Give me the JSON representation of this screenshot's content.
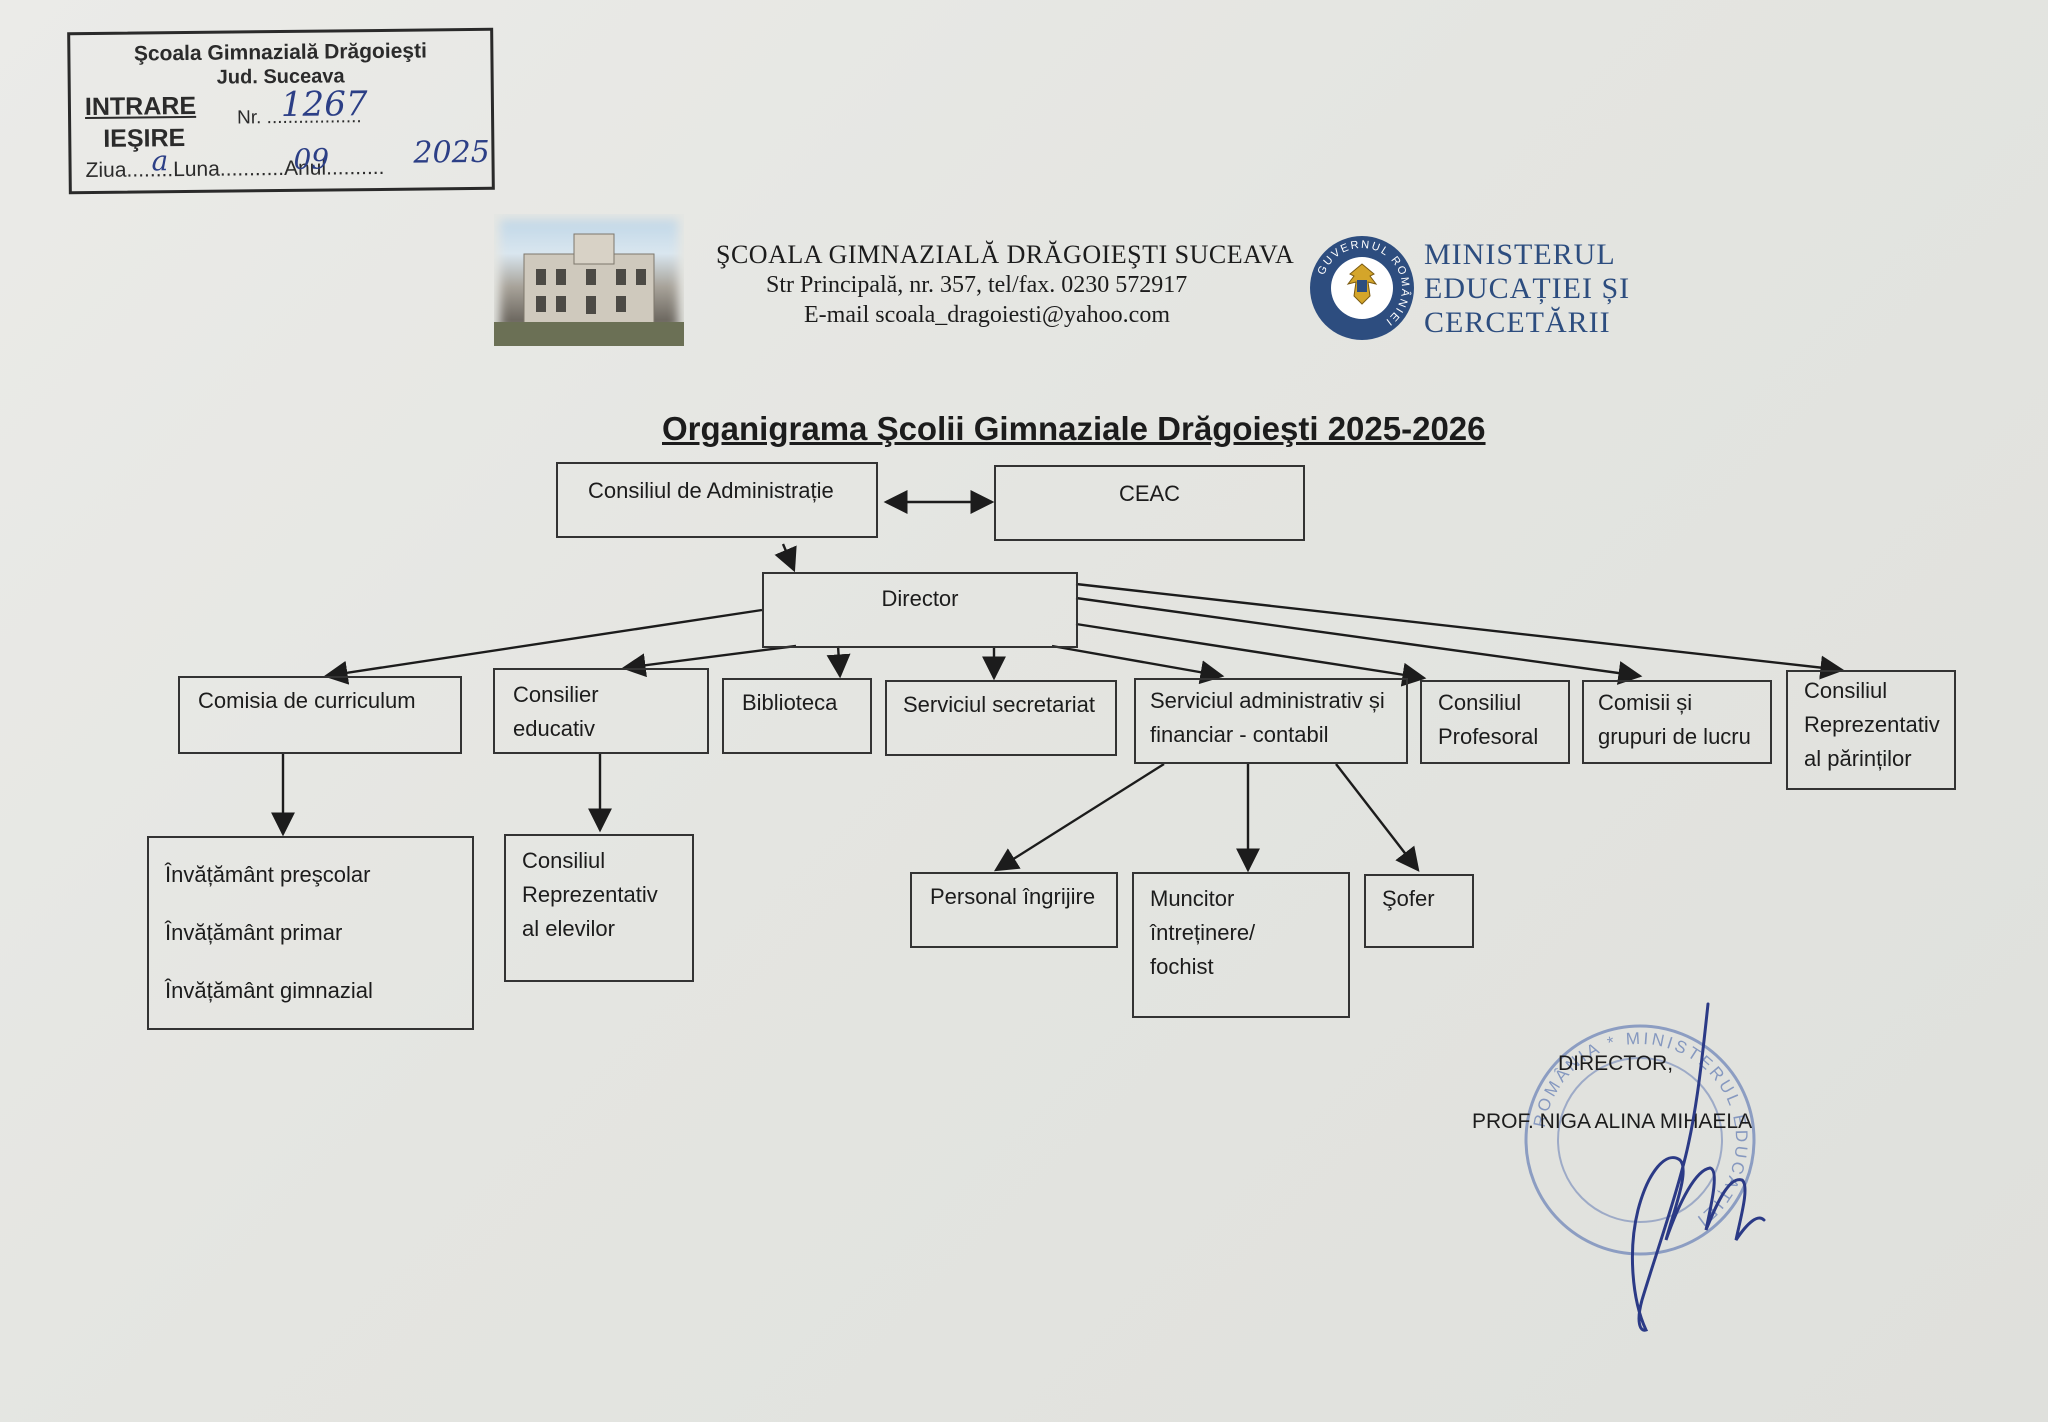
{
  "stamp": {
    "school": "Şcoala Gimnazială Drăgoieşti",
    "county": "Jud. Suceava",
    "in_label": "INTRARE",
    "out_label": "IEŞIRE",
    "nr_label": "Nr. ..................",
    "nr_value": "1267",
    "date_line": "Ziua........Luna...........Anul..........",
    "day_value": "a",
    "month_value": "09",
    "year_value": "2025"
  },
  "header": {
    "school_name": "ŞCOALA GIMNAZIALĂ DRĂGOIEŞTI SUCEAVA",
    "address": "Str Principală, nr. 357, tel/fax. 0230 572917",
    "email": "E-mail scoala_dragoiesti@yahoo.com",
    "ministry_lines": [
      "MINISTERUL",
      "EDUCAȚIEI ȘI",
      "CERCETĂRII"
    ],
    "ministry_seal_text": "GUVERNUL ROMÂNIEI"
  },
  "title": "Organigrama Şcolii Gimnaziale Drăgoieşti 2025-2026",
  "boxes": {
    "consiliul_admin": "Consiliul de Administrație",
    "ceac": "CEAC",
    "director": "Director",
    "comisia_curriculum": "Comisia de curriculum",
    "consilier_educativ": [
      "Consilier",
      "educativ"
    ],
    "biblioteca": "Biblioteca",
    "secretariat": "Serviciul secretariat",
    "administrativ": [
      "Serviciul administrativ și",
      "financiar - contabil"
    ],
    "consiliul_profesoral": [
      "Consiliul",
      "Profesoral"
    ],
    "comisii": [
      "Comisii și",
      "grupuri de lucru"
    ],
    "reprezentativ_parinti": [
      "Consiliul",
      "Reprezentativ",
      "al părinților"
    ],
    "invatamant": [
      "Învățământ preşcolar",
      "Învățământ primar",
      "Învățământ gimnazial"
    ],
    "reprezentativ_elevi": [
      "Consiliul",
      "Reprezentativ",
      "al elevilor"
    ],
    "personal_ingrijire": "Personal îngrijire",
    "muncitor": [
      "Muncitor",
      "întreținere/",
      "fochist"
    ],
    "sofer": "Şofer"
  },
  "signature": {
    "title": "DIRECTOR,",
    "name": "PROF. NIGA ALINA MIHAELA",
    "seal_text": "ROMÂNIA * MINISTERUL EDUCAȚIEI"
  },
  "colors": {
    "ink": "#1c1c1c",
    "handwriting": "#2c3f86",
    "ministry_blue": "#2d4d7f",
    "seal_blue": "#6f86b8"
  }
}
